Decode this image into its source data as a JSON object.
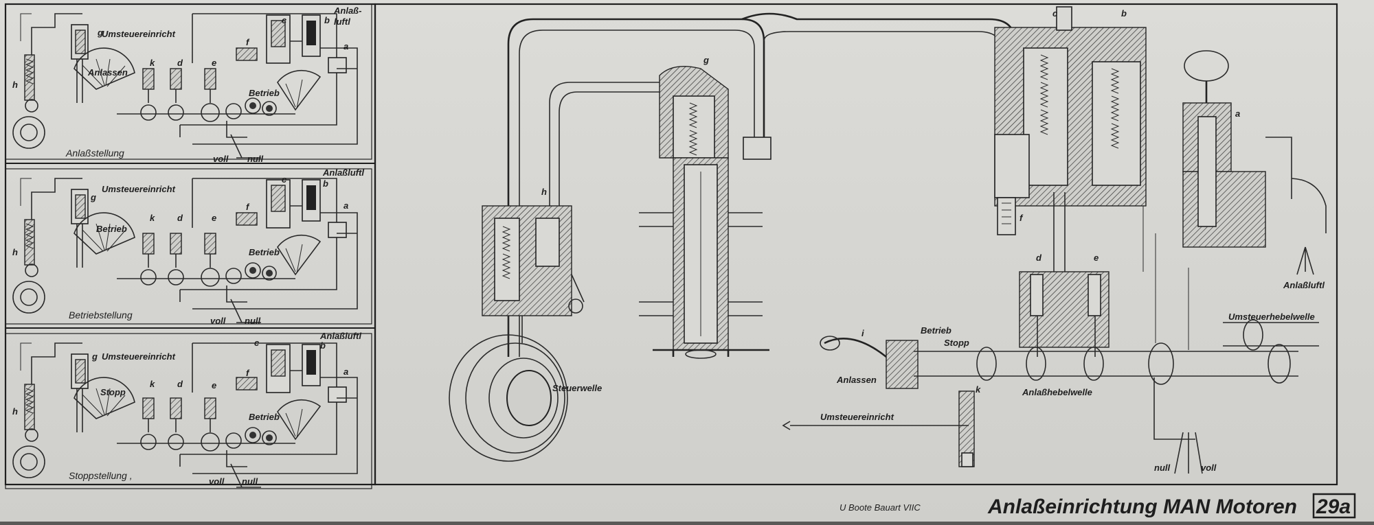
{
  "panel_labels": {
    "labels": {
      "h": "h",
      "g": "g",
      "k": "k",
      "d": "d",
      "e": "e",
      "f": "f",
      "c": "c",
      "b": "b",
      "a": "a"
    },
    "umsteuer": "Umsteuereinricht",
    "luft_1": "Anlaß-",
    "luft_2": "luftl",
    "luft_full": "Anlaßluftl",
    "betrieb": "Betrieb",
    "voll": "voll",
    "null": "null"
  },
  "panels": [
    {
      "mode": "Anlassen",
      "caption": "Anlaßstellung"
    },
    {
      "mode": "Betrieb",
      "caption": "Betriebstellung"
    },
    {
      "mode": "Stopp",
      "caption": "Stoppstellung ,"
    }
  ],
  "main": {
    "g": "g",
    "h": "h",
    "c": "c",
    "b": "b",
    "a": "a",
    "f": "f",
    "d": "d",
    "e": "e",
    "i": "i",
    "k": "k",
    "steuerwelle": "Steuerwelle",
    "anlassluft": "Anlaßluftl",
    "umsteuerhebelwelle": "Umsteuerhebelwelle",
    "betrieb": "Betrieb",
    "stopp": "Stopp",
    "anlassen": "Anlassen",
    "anlasshebelwelle": "Anlaßhebelwelle",
    "umsteuereinricht": "Umsteuereinricht",
    "null": "null",
    "voll": "voll"
  },
  "footer": {
    "subtitle": "U Boote Bauart VIIC",
    "title": "Anlaßeinrichtung MAN Motoren",
    "plate": "29a"
  }
}
